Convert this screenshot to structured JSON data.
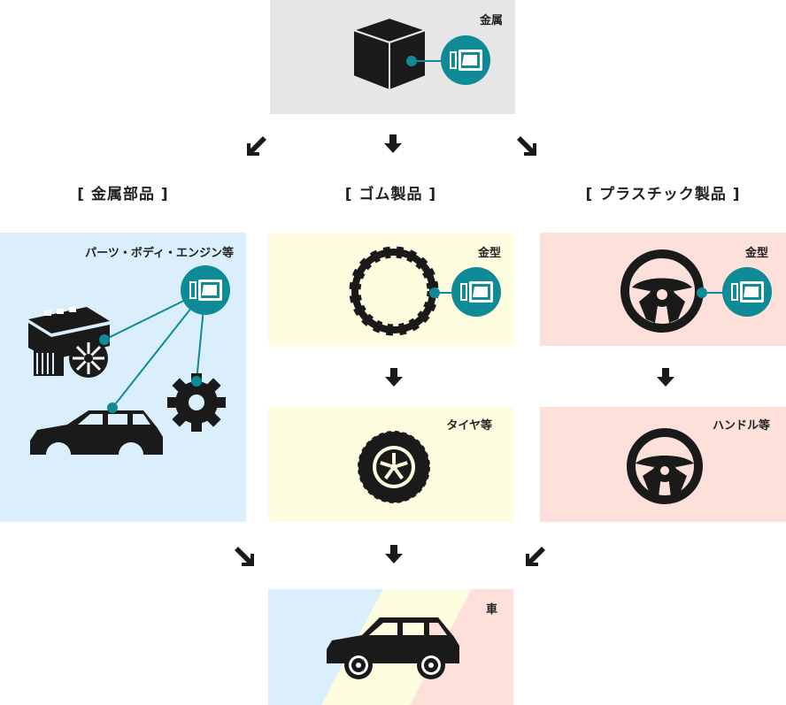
{
  "top": {
    "label": "金属"
  },
  "columns": [
    {
      "heading": "[ 金属部品 ]",
      "panel_label": "パーツ・ボディ・エンジン等"
    },
    {
      "heading": "[ ゴム製品 ]",
      "mold_label": "金型",
      "product_label": "タイヤ等"
    },
    {
      "heading": "[ プラスチック製品 ]",
      "mold_label": "金型",
      "product_label": "ハンドル等"
    }
  ],
  "bottom": {
    "label": "車"
  },
  "colors": {
    "metal_bg": "#e6e6e6",
    "parts_bg": "#daeefb",
    "rubber_bg": "#fefde0",
    "plastic_bg": "#fde0da",
    "accent": "#0e8b96",
    "icon": "#1a1a1a"
  },
  "icons": [
    "cube-icon",
    "machine-icon",
    "engine-icon",
    "gear-icon",
    "car-body-icon",
    "tire-ring-icon",
    "tire-icon",
    "steering-wheel-icon",
    "car-icon",
    "arrow-icon"
  ]
}
